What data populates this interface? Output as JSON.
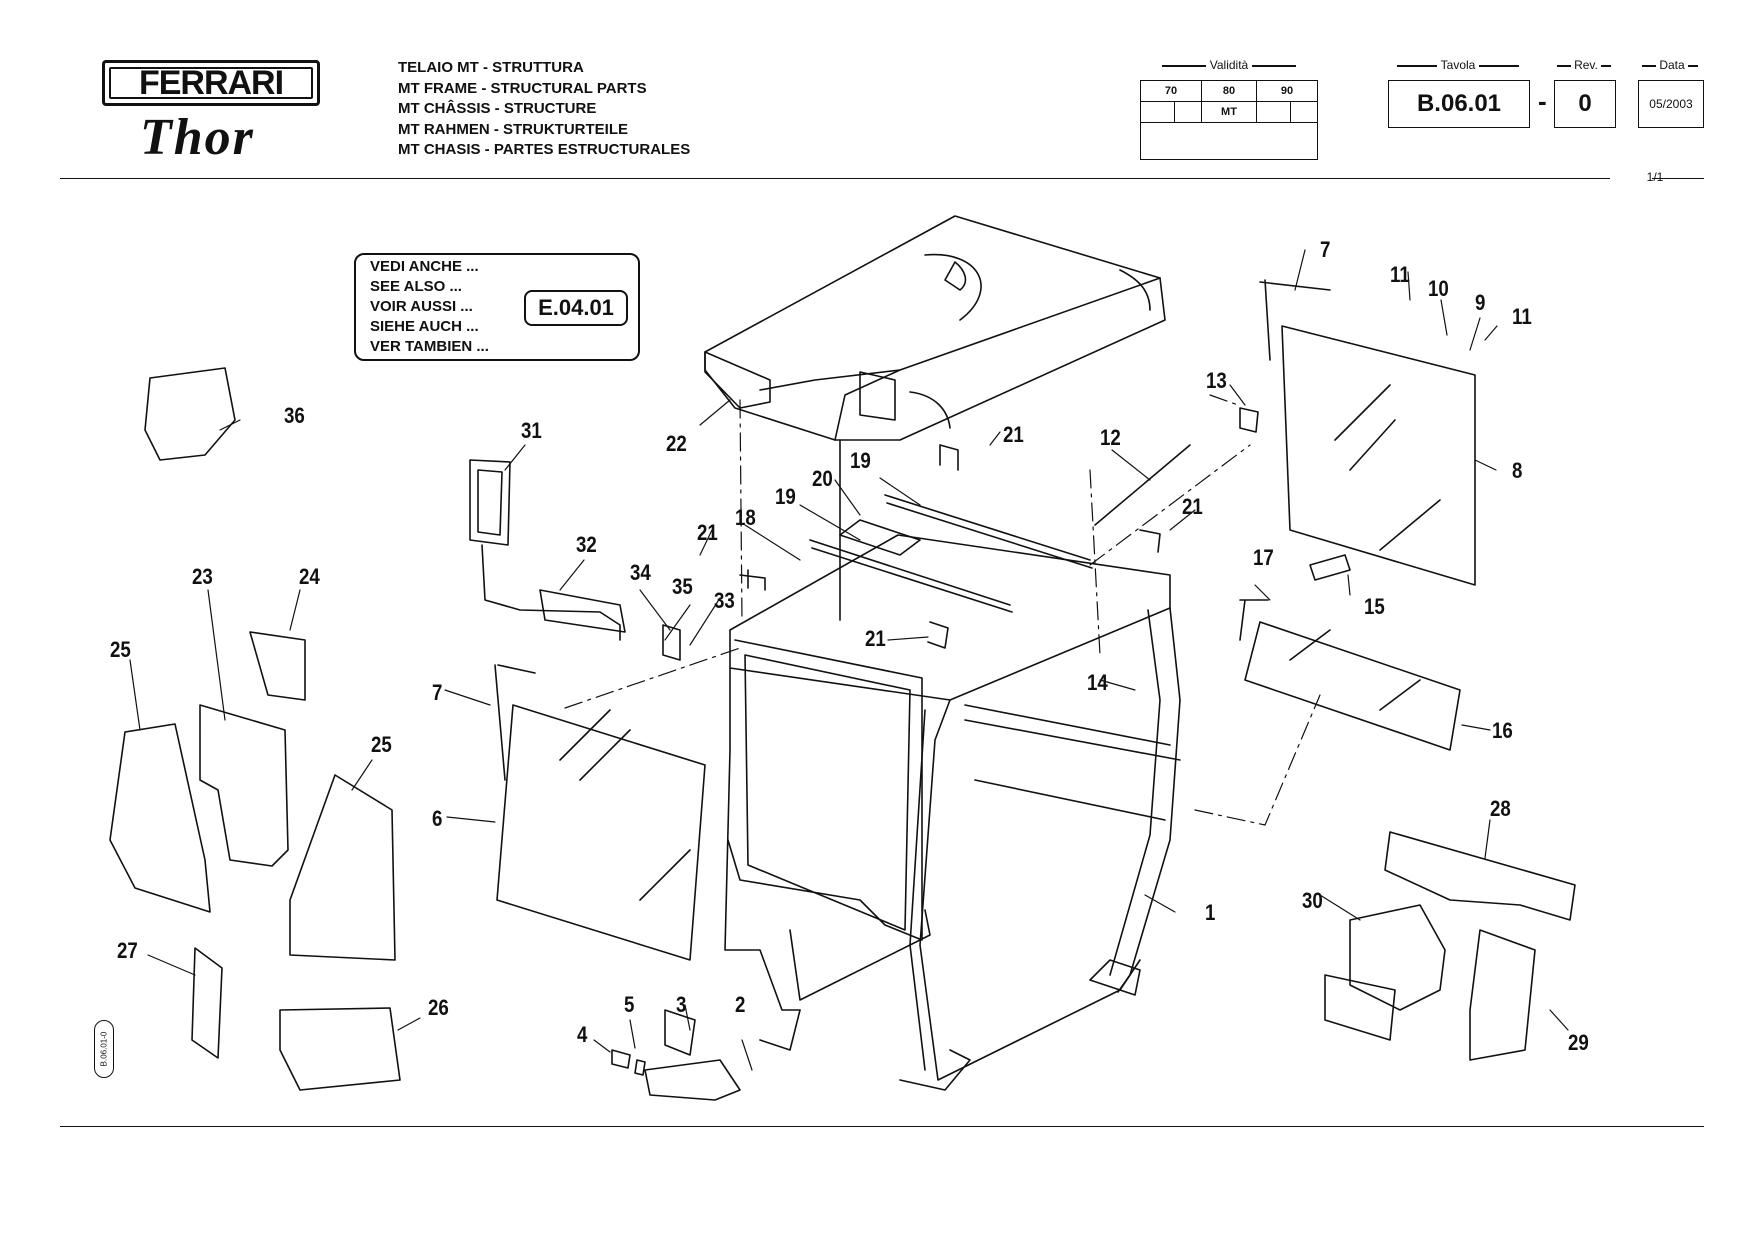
{
  "brand": {
    "name": "FERRARI",
    "model": "Thor"
  },
  "titles": [
    "TELAIO MT - STRUTTURA",
    "MT FRAME - STRUCTURAL PARTS",
    "MT CHÂSSIS - STRUCTURE",
    "MT RAHMEN - STRUKTURTEILE",
    "MT CHASIS - PARTES ESTRUCTURALES"
  ],
  "validity": {
    "label": "Validità",
    "columns": [
      "70",
      "80",
      "90"
    ],
    "marked": "MT"
  },
  "tavola": {
    "label": "Tavola",
    "value": "B.06.01"
  },
  "separator": "-",
  "rev": {
    "label": "Rev.",
    "value": "0"
  },
  "date": {
    "label": "Data",
    "value": "05/2003"
  },
  "page": "1/1",
  "see_also": {
    "lines": [
      "VEDI ANCHE ...",
      "SEE ALSO ...",
      "VOIR AUSSI ...",
      "SIEHE AUCH ...",
      "VER TAMBIEN ..."
    ],
    "code": "E.04.01"
  },
  "side_code": "B.06.01-0",
  "callouts": [
    {
      "n": "1"
    },
    {
      "n": "2"
    },
    {
      "n": "3"
    },
    {
      "n": "4"
    },
    {
      "n": "5"
    },
    {
      "n": "6"
    },
    {
      "n": "7"
    },
    {
      "n": "7"
    },
    {
      "n": "8"
    },
    {
      "n": "9"
    },
    {
      "n": "10"
    },
    {
      "n": "11"
    },
    {
      "n": "11"
    },
    {
      "n": "12"
    },
    {
      "n": "13"
    },
    {
      "n": "14"
    },
    {
      "n": "15"
    },
    {
      "n": "16"
    },
    {
      "n": "17"
    },
    {
      "n": "18"
    },
    {
      "n": "19"
    },
    {
      "n": "19"
    },
    {
      "n": "20"
    },
    {
      "n": "21"
    },
    {
      "n": "21"
    },
    {
      "n": "21"
    },
    {
      "n": "21"
    },
    {
      "n": "22"
    },
    {
      "n": "23"
    },
    {
      "n": "24"
    },
    {
      "n": "25"
    },
    {
      "n": "25"
    },
    {
      "n": "26"
    },
    {
      "n": "27"
    },
    {
      "n": "28"
    },
    {
      "n": "29"
    },
    {
      "n": "30"
    },
    {
      "n": "31"
    },
    {
      "n": "32"
    },
    {
      "n": "33"
    },
    {
      "n": "34"
    },
    {
      "n": "35"
    },
    {
      "n": "36"
    }
  ]
}
